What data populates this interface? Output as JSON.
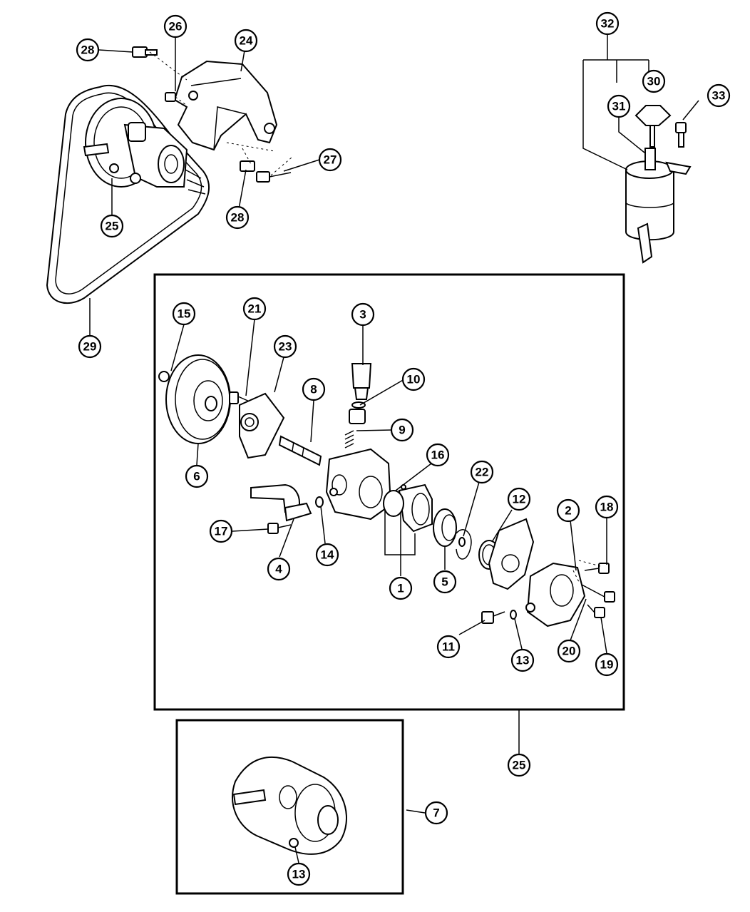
{
  "diagram": {
    "callouts": [
      {
        "id": "c1",
        "label": "1"
      },
      {
        "id": "c2",
        "label": "2"
      },
      {
        "id": "c3",
        "label": "3"
      },
      {
        "id": "c4",
        "label": "4"
      },
      {
        "id": "c5",
        "label": "5"
      },
      {
        "id": "c6",
        "label": "6"
      },
      {
        "id": "c7",
        "label": "7"
      },
      {
        "id": "c8",
        "label": "8"
      },
      {
        "id": "c9",
        "label": "9"
      },
      {
        "id": "c10",
        "label": "10"
      },
      {
        "id": "c11",
        "label": "11"
      },
      {
        "id": "c12",
        "label": "12"
      },
      {
        "id": "c13a",
        "label": "13"
      },
      {
        "id": "c13b",
        "label": "13"
      },
      {
        "id": "c14",
        "label": "14"
      },
      {
        "id": "c15",
        "label": "15"
      },
      {
        "id": "c16",
        "label": "16"
      },
      {
        "id": "c17",
        "label": "17"
      },
      {
        "id": "c18",
        "label": "18"
      },
      {
        "id": "c19",
        "label": "19"
      },
      {
        "id": "c20",
        "label": "20"
      },
      {
        "id": "c21",
        "label": "21"
      },
      {
        "id": "c22",
        "label": "22"
      },
      {
        "id": "c23",
        "label": "23"
      },
      {
        "id": "c24",
        "label": "24"
      },
      {
        "id": "c25a",
        "label": "25"
      },
      {
        "id": "c25b",
        "label": "25"
      },
      {
        "id": "c26",
        "label": "26"
      },
      {
        "id": "c27",
        "label": "27"
      },
      {
        "id": "c28a",
        "label": "28"
      },
      {
        "id": "c28b",
        "label": "28"
      },
      {
        "id": "c29",
        "label": "29"
      },
      {
        "id": "c30",
        "label": "30"
      },
      {
        "id": "c31",
        "label": "31"
      },
      {
        "id": "c32",
        "label": "32"
      },
      {
        "id": "c33",
        "label": "33"
      }
    ]
  }
}
